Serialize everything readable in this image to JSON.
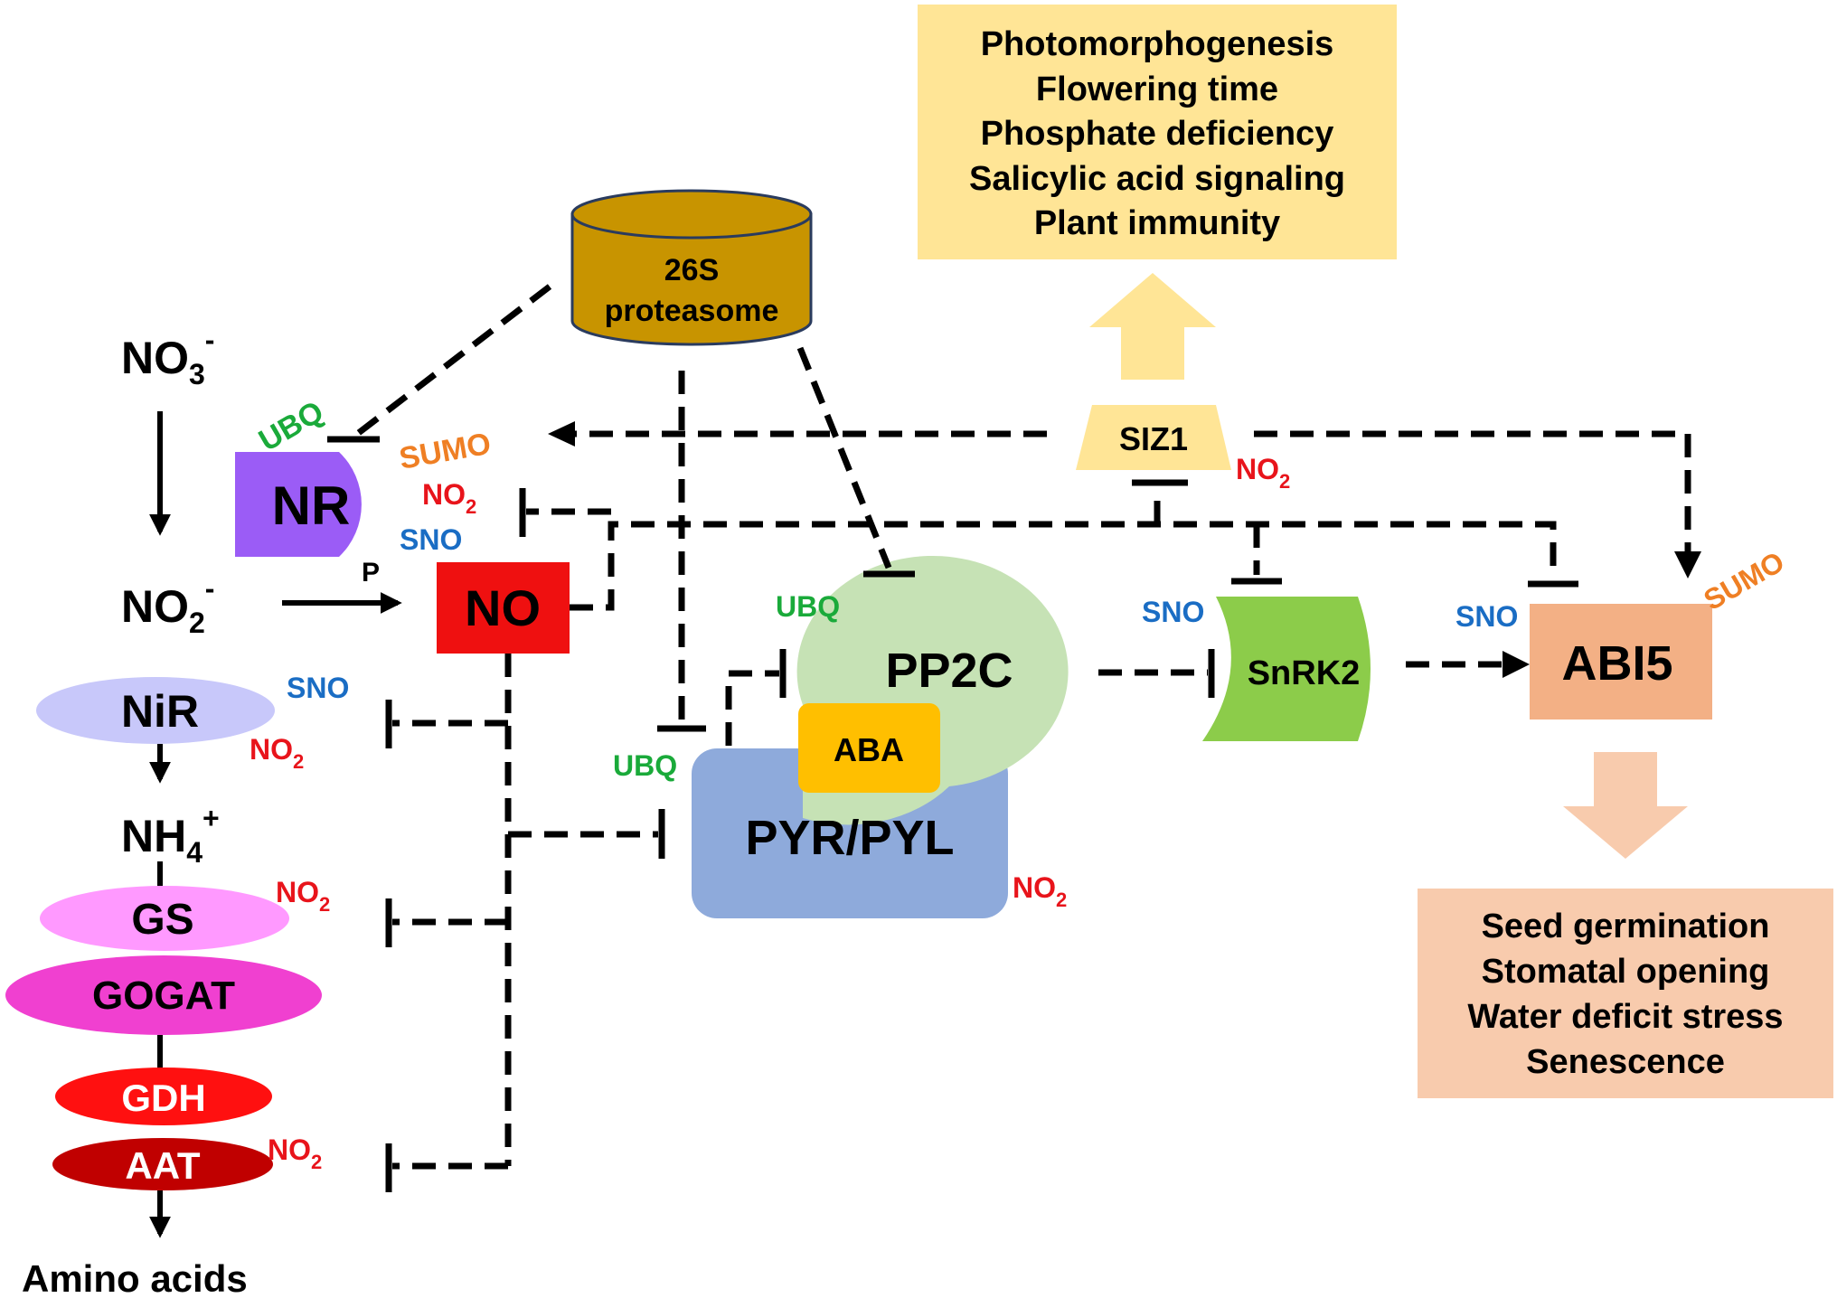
{
  "colors": {
    "ubq": "#1aaa3a",
    "sumo": "#ef7f24",
    "no2": "#e8141b",
    "sno": "#1a6dc4",
    "nr": "#9b5cf6",
    "no_box": "#ef1010",
    "proteasome": "#c89400",
    "pp2c": "#c6e2b5",
    "aba": "#ffbf00",
    "pyr": "#8eaadb",
    "snrk2": "#8ccc4a",
    "abi5": "#f3b085",
    "siz1": "#ffe596",
    "top_box": "#ffe596",
    "bottom_box": "#f8cbad",
    "nir": "#c8c8fa",
    "gs": "#ff99ff",
    "gogat": "#f040d0",
    "gdh": "#ff1010",
    "aat": "#c00000"
  },
  "pathway": {
    "no3": {
      "base": "NO",
      "sub": "3",
      "sup": "-"
    },
    "no2": {
      "base": "NO",
      "sub": "2",
      "sup": "-"
    },
    "nh4": {
      "base": "NH",
      "sub": "4",
      "sup": "+"
    },
    "amino_acids": "Amino acids",
    "p_label": "P"
  },
  "nodes": {
    "nr": "NR",
    "no": "NO",
    "nir": "NiR",
    "gs": "GS",
    "gogat": "GOGAT",
    "gdh": "GDH",
    "aat": "AAT",
    "proteasome_line1": "26S",
    "proteasome_line2": "proteasome",
    "siz1": "SIZ1",
    "pp2c": "PP2C",
    "aba": "ABA",
    "pyr": "PYR/PYL",
    "snrk2": "SnRK2",
    "abi5": "ABI5"
  },
  "modifications": {
    "ubq": "UBQ",
    "sumo": "SUMO",
    "sno": "SNO",
    "no2": {
      "base": "NO",
      "sub": "2"
    }
  },
  "top_box": {
    "lines": [
      "Photomorphogenesis",
      "Flowering time",
      "Phosphate deficiency",
      "Salicylic acid signaling",
      "Plant immunity"
    ]
  },
  "bottom_box": {
    "lines": [
      "Seed germination",
      "Stomatal opening",
      "Water deficit stress",
      "Senescence"
    ]
  }
}
